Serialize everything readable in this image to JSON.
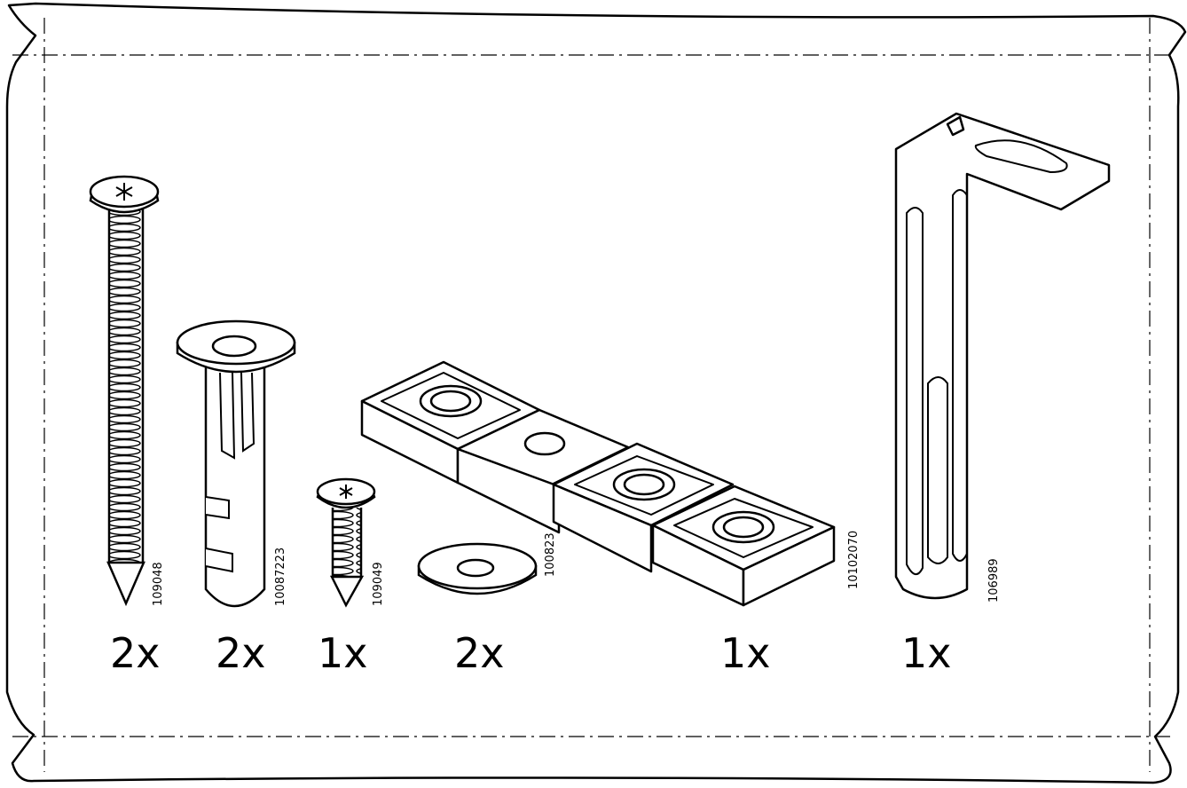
{
  "parts": [
    {
      "name": "long-screw",
      "code": "109048",
      "quantity": "2x"
    },
    {
      "name": "wall-plug",
      "code": "10087223",
      "quantity": "2x"
    },
    {
      "name": "short-screw",
      "code": "109049",
      "quantity": "1x"
    },
    {
      "name": "washer",
      "code": "100823",
      "quantity": "2x"
    },
    {
      "name": "connector-block",
      "code": "10102070",
      "quantity": "1x"
    },
    {
      "name": "bracket",
      "code": "106989",
      "quantity": "1x"
    }
  ]
}
